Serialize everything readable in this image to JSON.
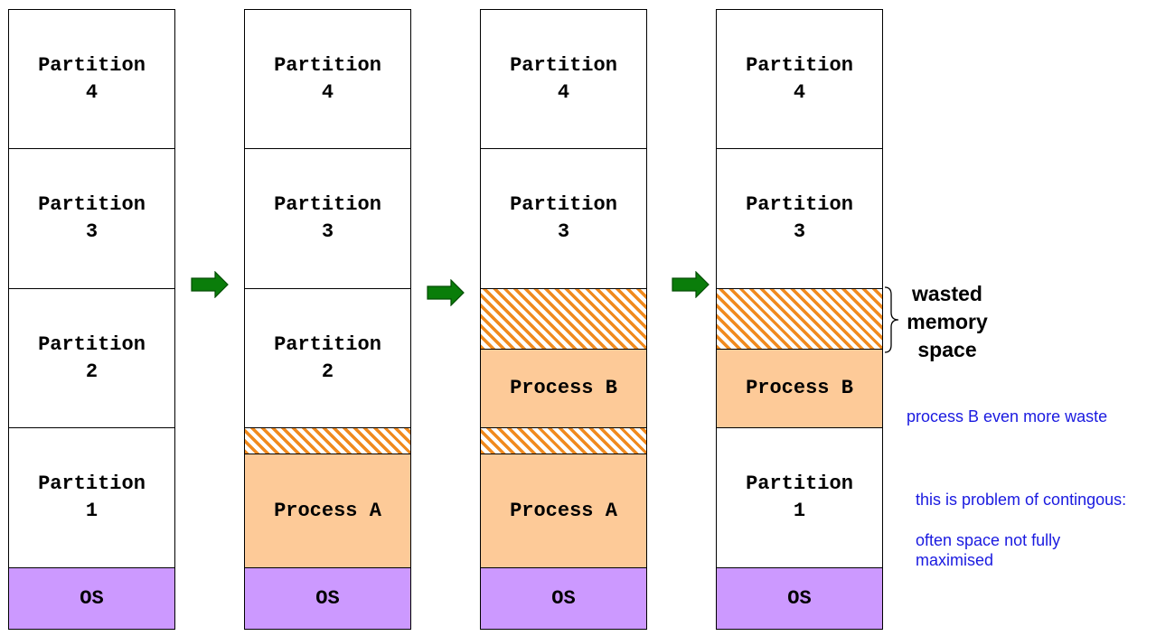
{
  "columns": [
    {
      "blocks": [
        {
          "type": "partition",
          "label": "Partition\n4"
        },
        {
          "type": "partition",
          "label": "Partition\n3"
        },
        {
          "type": "partition",
          "label": "Partition\n2"
        },
        {
          "type": "partition",
          "label": "Partition\n1"
        },
        {
          "type": "os",
          "label": "OS"
        }
      ]
    },
    {
      "blocks": [
        {
          "type": "partition",
          "label": "Partition\n4"
        },
        {
          "type": "partition",
          "label": "Partition\n3"
        },
        {
          "type": "partition",
          "label": "Partition\n2"
        },
        {
          "type": "waste",
          "label": ""
        },
        {
          "type": "process",
          "label": "Process A"
        },
        {
          "type": "os",
          "label": "OS"
        }
      ]
    },
    {
      "blocks": [
        {
          "type": "partition",
          "label": "Partition\n4"
        },
        {
          "type": "partition",
          "label": "Partition\n3"
        },
        {
          "type": "waste",
          "label": ""
        },
        {
          "type": "process",
          "label": "Process B"
        },
        {
          "type": "waste",
          "label": ""
        },
        {
          "type": "process",
          "label": "Process A"
        },
        {
          "type": "os",
          "label": "OS"
        }
      ]
    },
    {
      "blocks": [
        {
          "type": "partition",
          "label": "Partition\n4"
        },
        {
          "type": "partition",
          "label": "Partition\n3"
        },
        {
          "type": "waste",
          "label": ""
        },
        {
          "type": "process",
          "label": "Process B"
        },
        {
          "type": "partition",
          "label": "Partition\n1"
        },
        {
          "type": "os",
          "label": "OS"
        }
      ]
    }
  ],
  "brace_label": "wasted\nmemory\nspace",
  "notes": {
    "note_b": "process B even more waste",
    "note_problem": "this is problem of contingous:",
    "note_space": "often space not fully\nmaximised"
  },
  "colors": {
    "process": "#fdca98",
    "os": "#cc99ff",
    "hatch": "#f08a1e",
    "arrow": "#0a7d0a",
    "note": "#1a1ae0"
  }
}
